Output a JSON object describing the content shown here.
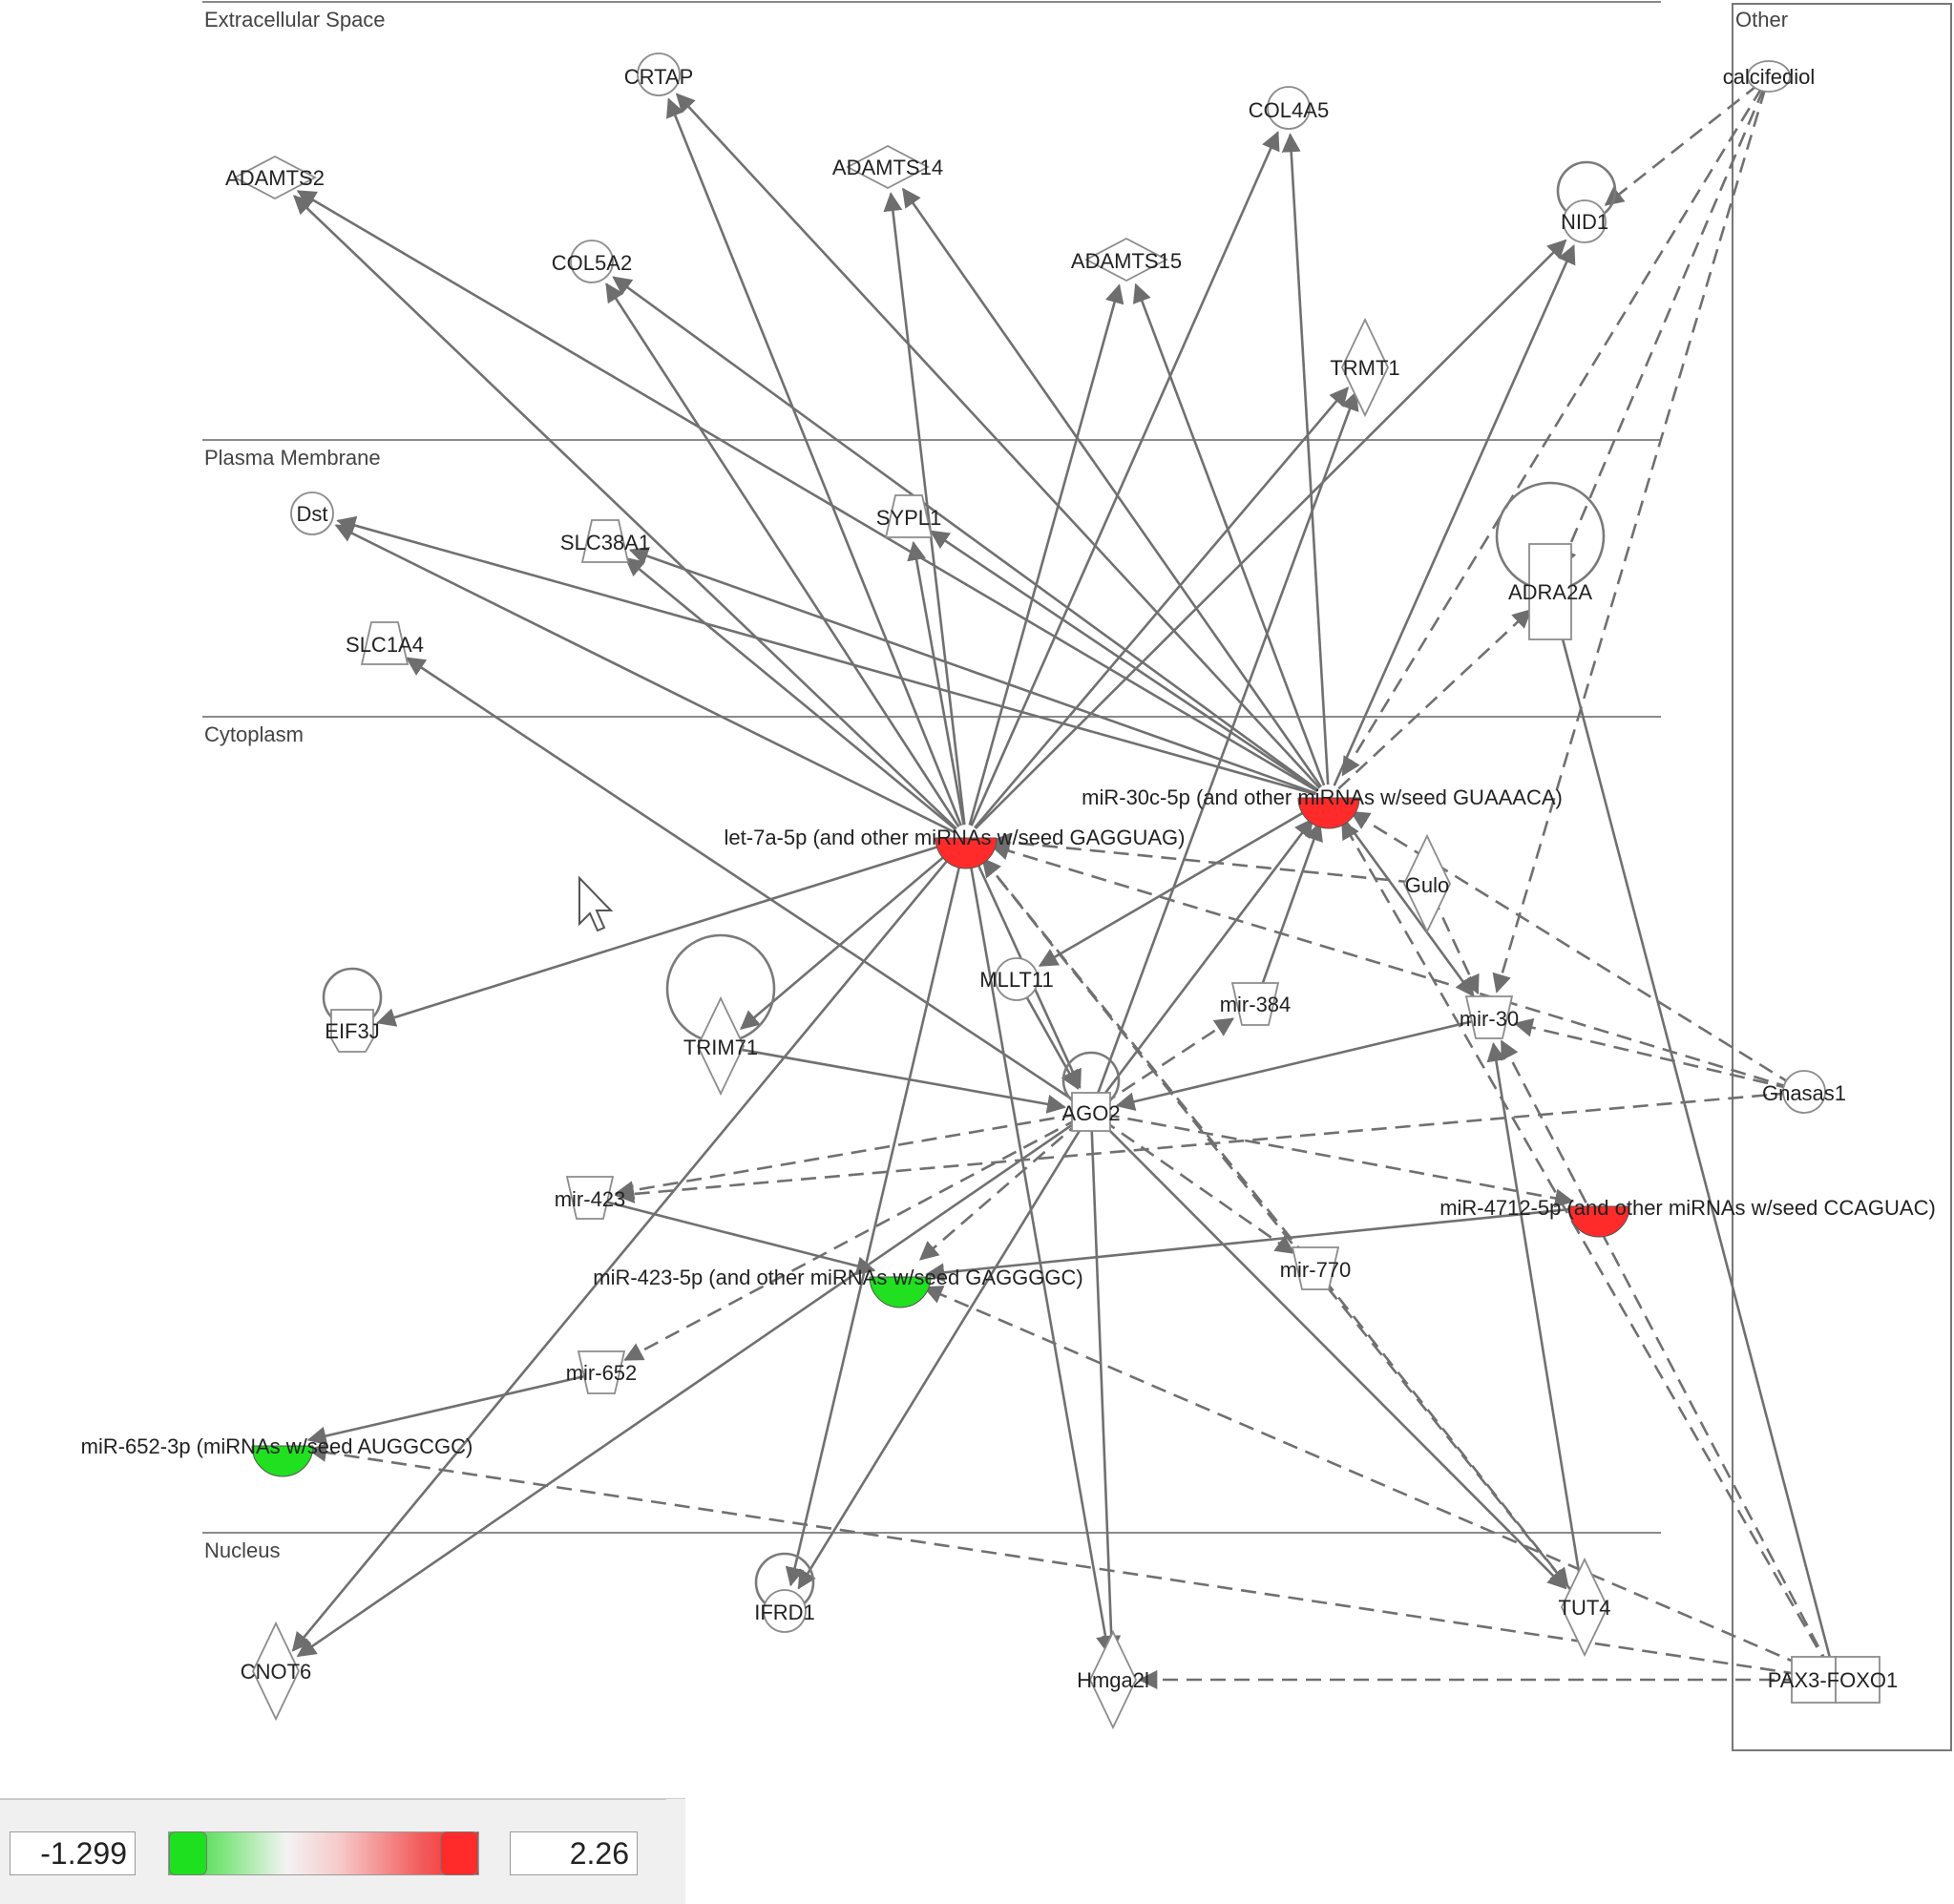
{
  "layers": [
    {
      "id": "extracellular",
      "label": "Extracellular Space"
    },
    {
      "id": "plasma",
      "label": "Plasma Membrane"
    },
    {
      "id": "cytoplasm",
      "label": "Cytoplasm"
    },
    {
      "id": "nucleus",
      "label": "Nucleus"
    },
    {
      "id": "other",
      "label": "Other"
    }
  ],
  "nodes": [
    {
      "id": "CRTAP",
      "label": "CRTAP",
      "shape": "circle"
    },
    {
      "id": "COL4A5",
      "label": "COL4A5",
      "shape": "circle"
    },
    {
      "id": "ADAMTS2",
      "label": "ADAMTS2",
      "shape": "diamond"
    },
    {
      "id": "ADAMTS14",
      "label": "ADAMTS14",
      "shape": "diamond"
    },
    {
      "id": "COL5A2",
      "label": "COL5A2",
      "shape": "circle"
    },
    {
      "id": "ADAMTS15",
      "label": "ADAMTS15",
      "shape": "diamond"
    },
    {
      "id": "NID1",
      "label": "NID1",
      "shape": "circle",
      "self_loop": true
    },
    {
      "id": "TRMT1",
      "label": "TRMT1",
      "shape": "tall-diamond"
    },
    {
      "id": "calcifediol",
      "label": "calcifediol",
      "shape": "ellipse"
    },
    {
      "id": "Dst",
      "label": "Dst",
      "shape": "circle"
    },
    {
      "id": "SLC38A1",
      "label": "SLC38A1",
      "shape": "trapezoid"
    },
    {
      "id": "SYPL1",
      "label": "SYPL1",
      "shape": "trapezoid"
    },
    {
      "id": "ADRA2A",
      "label": "ADRA2A",
      "shape": "rectangle",
      "self_loop": true
    },
    {
      "id": "SLC1A4",
      "label": "SLC1A4",
      "shape": "trapezoid"
    },
    {
      "id": "miR30c",
      "label": "miR-30c-5p (and other miRNAs w/seed GUAAACA)",
      "shape": "half-circle",
      "expression": "up"
    },
    {
      "id": "let7a",
      "label": "let-7a-5p (and other miRNAs w/seed GAGGUAG)",
      "shape": "half-circle",
      "expression": "up"
    },
    {
      "id": "Gulo",
      "label": "Gulo",
      "shape": "tall-diamond"
    },
    {
      "id": "MLLT11",
      "label": "MLLT11",
      "shape": "circle"
    },
    {
      "id": "EIF3J",
      "label": "EIF3J",
      "shape": "pentagon",
      "self_loop": true
    },
    {
      "id": "TRIM71",
      "label": "TRIM71",
      "shape": "tall-diamond",
      "self_loop": true
    },
    {
      "id": "mir384",
      "label": "mir-384",
      "shape": "inv-trapezoid"
    },
    {
      "id": "mir30",
      "label": "mir-30",
      "shape": "inv-trapezoid"
    },
    {
      "id": "Gnasas1",
      "label": "Gnasas1",
      "shape": "circle"
    },
    {
      "id": "AGO2",
      "label": "AGO2",
      "shape": "square",
      "self_loop": true
    },
    {
      "id": "mir423",
      "label": "mir-423",
      "shape": "inv-trapezoid"
    },
    {
      "id": "miR4712",
      "label": "miR-4712-5p (and other miRNAs w/seed CCAGUAC)",
      "shape": "half-circle",
      "expression": "up"
    },
    {
      "id": "miR423_5p",
      "label": "miR-423-5p (and other miRNAs w/seed GAGGGGC)",
      "shape": "half-circle",
      "expression": "down"
    },
    {
      "id": "mir770",
      "label": "mir-770",
      "shape": "inv-trapezoid"
    },
    {
      "id": "mir652",
      "label": "mir-652",
      "shape": "inv-trapezoid"
    },
    {
      "id": "miR652_3p",
      "label": "miR-652-3p (miRNAs w/seed AUGGCGC)",
      "shape": "half-circle",
      "expression": "down"
    },
    {
      "id": "IFRD1",
      "label": "IFRD1",
      "shape": "circle",
      "self_loop": true
    },
    {
      "id": "TUT4",
      "label": "TUT4",
      "shape": "tall-diamond"
    },
    {
      "id": "CNOT6",
      "label": "CNOT6",
      "shape": "tall-diamond"
    },
    {
      "id": "Hmga2",
      "label": "Hmga2l",
      "shape": "tall-diamond"
    },
    {
      "id": "PAX3FOXO1",
      "label": "PAX3-FOXO1",
      "shape": "double-rect"
    }
  ],
  "edges": [
    {
      "from": "let7a",
      "to": "CRTAP",
      "style": "solid"
    },
    {
      "from": "let7a",
      "to": "COL4A5",
      "style": "solid"
    },
    {
      "from": "let7a",
      "to": "ADAMTS2",
      "style": "solid"
    },
    {
      "from": "let7a",
      "to": "ADAMTS14",
      "style": "solid"
    },
    {
      "from": "let7a",
      "to": "COL5A2",
      "style": "solid"
    },
    {
      "from": "let7a",
      "to": "ADAMTS15",
      "style": "solid"
    },
    {
      "from": "let7a",
      "to": "NID1",
      "style": "solid"
    },
    {
      "from": "let7a",
      "to": "TRMT1",
      "style": "solid"
    },
    {
      "from": "let7a",
      "to": "Dst",
      "style": "solid"
    },
    {
      "from": "let7a",
      "to": "SLC38A1",
      "style": "solid"
    },
    {
      "from": "let7a",
      "to": "SYPL1",
      "style": "solid"
    },
    {
      "from": "let7a",
      "to": "EIF3J",
      "style": "solid"
    },
    {
      "from": "let7a",
      "to": "TRIM71",
      "style": "solid"
    },
    {
      "from": "let7a",
      "to": "IFRD1",
      "style": "solid"
    },
    {
      "from": "let7a",
      "to": "Hmga2",
      "style": "solid"
    },
    {
      "from": "let7a",
      "to": "CNOT6",
      "style": "solid"
    },
    {
      "from": "let7a",
      "to": "AGO2",
      "style": "solid"
    },
    {
      "from": "miR30c",
      "to": "CRTAP",
      "style": "solid"
    },
    {
      "from": "miR30c",
      "to": "COL4A5",
      "style": "solid"
    },
    {
      "from": "miR30c",
      "to": "ADAMTS2",
      "style": "solid"
    },
    {
      "from": "miR30c",
      "to": "ADAMTS14",
      "style": "solid"
    },
    {
      "from": "miR30c",
      "to": "COL5A2",
      "style": "solid"
    },
    {
      "from": "miR30c",
      "to": "ADAMTS15",
      "style": "solid"
    },
    {
      "from": "miR30c",
      "to": "NID1",
      "style": "solid"
    },
    {
      "from": "miR30c",
      "to": "Dst",
      "style": "solid"
    },
    {
      "from": "miR30c",
      "to": "SLC38A1",
      "style": "solid"
    },
    {
      "from": "miR30c",
      "to": "SYPL1",
      "style": "solid"
    },
    {
      "from": "miR30c",
      "to": "MLLT11",
      "style": "solid"
    },
    {
      "from": "miR30c",
      "to": "ADRA2A",
      "style": "dashed"
    },
    {
      "from": "AGO2",
      "to": "miR30c",
      "style": "solid"
    },
    {
      "from": "AGO2",
      "to": "TRMT1",
      "style": "solid"
    },
    {
      "from": "AGO2",
      "to": "SLC1A4",
      "style": "solid"
    },
    {
      "from": "AGO2",
      "to": "mir384",
      "style": "dashed"
    },
    {
      "from": "AGO2",
      "to": "miR423_5p",
      "style": "dashed"
    },
    {
      "from": "AGO2",
      "to": "mir423",
      "style": "dashed"
    },
    {
      "from": "AGO2",
      "to": "mir652",
      "style": "dashed"
    },
    {
      "from": "AGO2",
      "to": "mir770",
      "style": "dashed"
    },
    {
      "from": "AGO2",
      "to": "miR4712",
      "style": "dashed"
    },
    {
      "from": "AGO2",
      "to": "IFRD1",
      "style": "solid"
    },
    {
      "from": "AGO2",
      "to": "CNOT6",
      "style": "solid"
    },
    {
      "from": "AGO2",
      "to": "Hmga2",
      "style": "solid"
    },
    {
      "from": "AGO2",
      "to": "TUT4",
      "style": "solid"
    },
    {
      "from": "mir30",
      "to": "AGO2",
      "style": "solid"
    },
    {
      "from": "TRIM71",
      "to": "AGO2",
      "style": "solid"
    },
    {
      "from": "MLLT11",
      "to": "AGO2",
      "style": "solid"
    },
    {
      "from": "mir384",
      "to": "miR30c",
      "style": "solid"
    },
    {
      "from": "mir770",
      "to": "let7a",
      "style": "dashed"
    },
    {
      "from": "mir770",
      "to": "TUT4",
      "style": "dashed"
    },
    {
      "from": "mir423",
      "to": "miR423_5p",
      "style": "solid"
    },
    {
      "from": "mir652",
      "to": "miR652_3p",
      "style": "solid"
    },
    {
      "from": "miR4712",
      "to": "miR423_5p",
      "style": "solid"
    },
    {
      "from": "miR30c",
      "to": "mir30",
      "style": "solid"
    },
    {
      "from": "Gulo",
      "to": "let7a",
      "style": "dashed"
    },
    {
      "from": "Gulo",
      "to": "mir30",
      "style": "dashed"
    },
    {
      "from": "Gnasas1",
      "to": "let7a",
      "style": "dashed"
    },
    {
      "from": "Gnasas1",
      "to": "miR30c",
      "style": "dashed"
    },
    {
      "from": "Gnasas1",
      "to": "mir423",
      "style": "dashed"
    },
    {
      "from": "Gnasas1",
      "to": "mir30",
      "style": "dashed"
    },
    {
      "from": "calcifediol",
      "to": "NID1",
      "style": "dashed"
    },
    {
      "from": "calcifediol",
      "to": "miR30c",
      "style": "dashed"
    },
    {
      "from": "calcifediol",
      "to": "mir30",
      "style": "dashed"
    },
    {
      "from": "calcifediol",
      "to": "ADRA2A",
      "style": "dashed"
    },
    {
      "from": "PAX3FOXO1",
      "to": "ADRA2A",
      "style": "solid"
    },
    {
      "from": "PAX3FOXO1",
      "to": "miR30c",
      "style": "dashed"
    },
    {
      "from": "PAX3FOXO1",
      "to": "mir30",
      "style": "dashed"
    },
    {
      "from": "PAX3FOXO1",
      "to": "Hmga2",
      "style": "dashed"
    },
    {
      "from": "PAX3FOXO1",
      "to": "miR652_3p",
      "style": "dashed"
    },
    {
      "from": "PAX3FOXO1",
      "to": "miR423_5p",
      "style": "dashed"
    },
    {
      "from": "TUT4",
      "to": "let7a",
      "style": "dashed"
    },
    {
      "from": "TUT4",
      "to": "mir30",
      "style": "solid"
    }
  ],
  "legend": {
    "min_value": "-1.299",
    "max_value": "2.26",
    "min_color": "#20e020",
    "max_color": "#ff2b2b"
  }
}
